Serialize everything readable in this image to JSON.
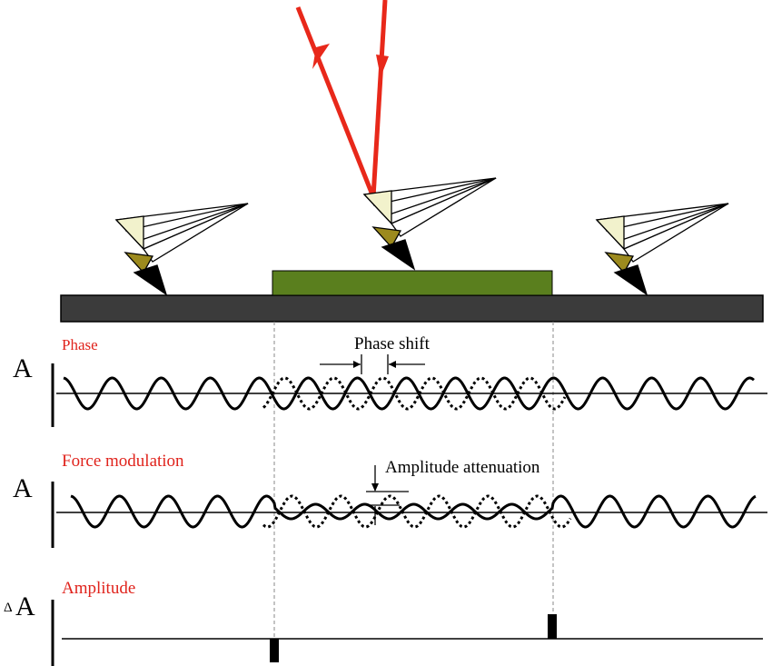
{
  "labels": {
    "phase_mode": "Phase",
    "force_mode": "Force modulation",
    "amplitude_mode": "Amplitude",
    "phase_shift": "Phase shift",
    "amplitude_attenuation": "Amplitude attenuation",
    "axis_a_1": "A",
    "axis_a_2": "A",
    "axis_delta": "Δ",
    "axis_delta_a": "A"
  },
  "colors": {
    "laser": "#e8281a",
    "sample": "#5a7f1e",
    "substrate": "#3b3b3b",
    "mode_label": "#e0231c",
    "tip_light": "#f2f2cc",
    "tip_mid": "#9c8a1e",
    "tip_dark": "#000000"
  },
  "icons": {
    "cantilever": "afm-cantilever-icon",
    "laser_beam": "laser-beam-icon"
  }
}
